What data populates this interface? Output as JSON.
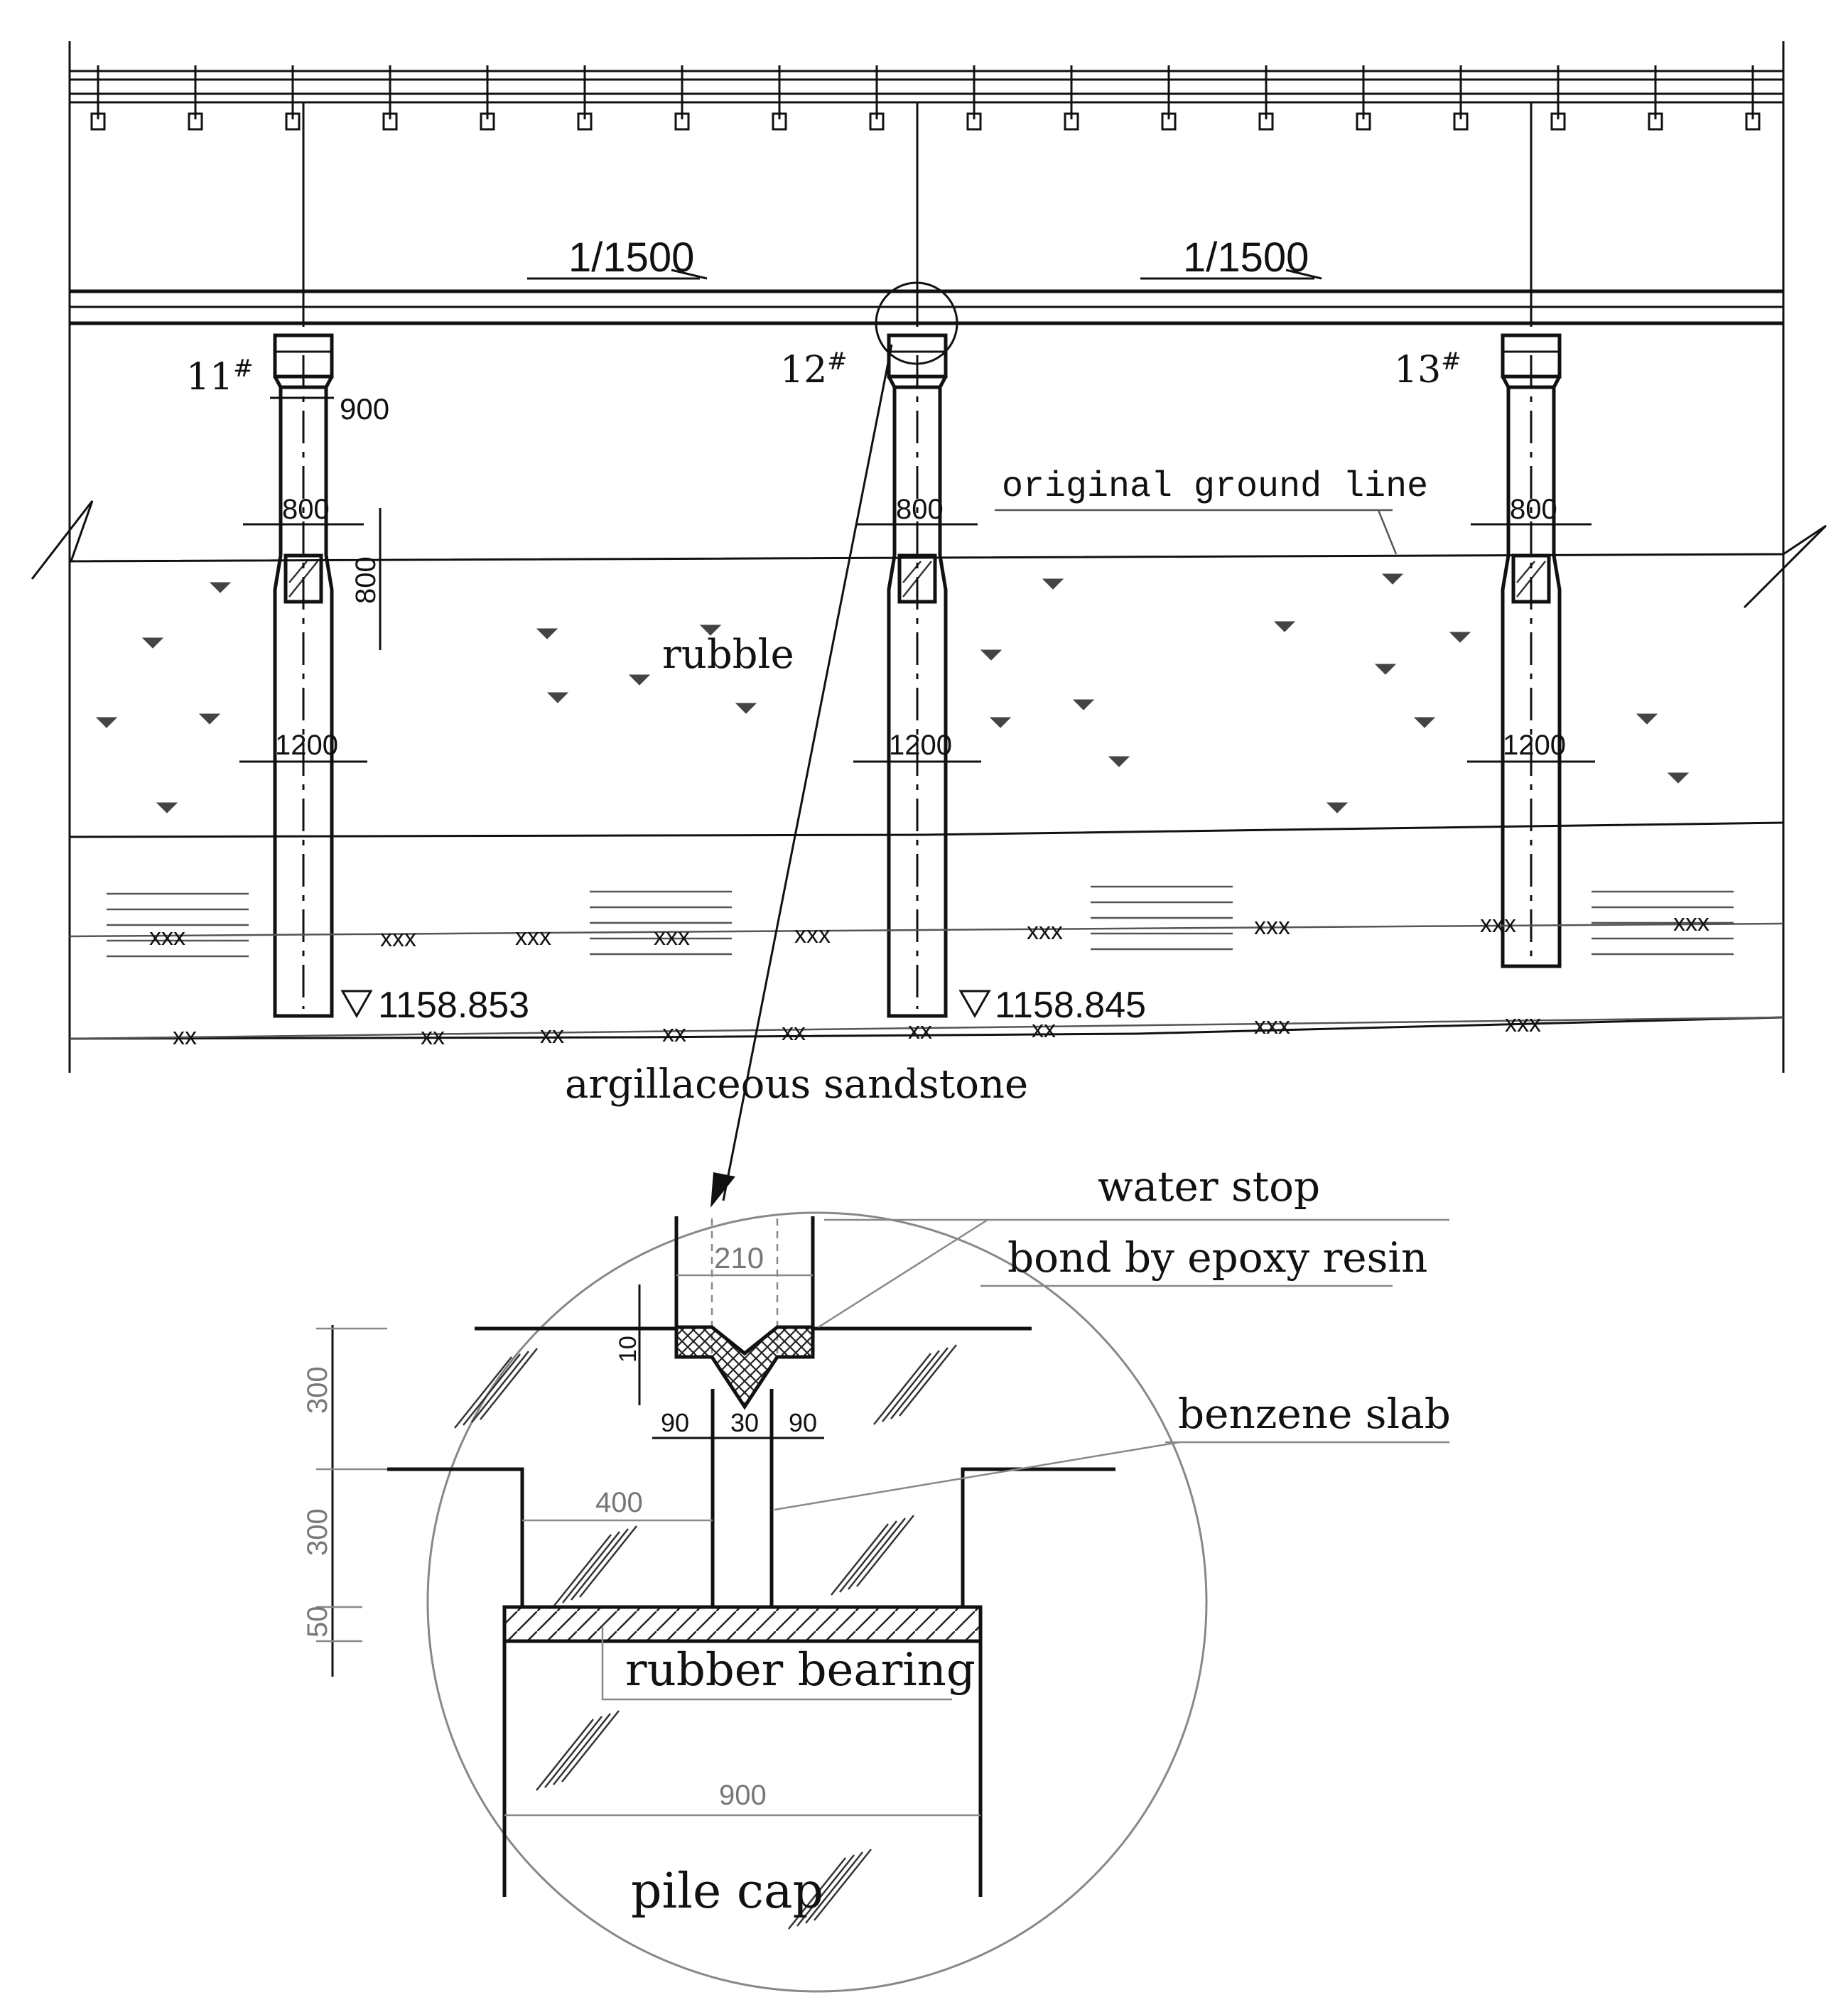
{
  "slope_labels": [
    "1/1500",
    "1/1500"
  ],
  "pier_labels": [
    "11#",
    "12#",
    "13#"
  ],
  "pier_marks": [
    "11",
    "#",
    "12",
    "#",
    "13",
    "#"
  ],
  "dimensions": {
    "cap_width": "900",
    "column_width": "800",
    "beam_height": "800",
    "pile_diameter": "1200",
    "pile_diameter_12": "1200",
    "pile_diameter_13": "1200",
    "column_width_12": "800",
    "column_width_13": "800"
  },
  "elevations": [
    "1158.853",
    "1158.845"
  ],
  "layers": {
    "ground_line": "original ground line",
    "rubble": "rubble",
    "sandstone": "argillaceous sandstone"
  },
  "soil_marks": {
    "xxx": "xxx",
    "xx": "xx"
  },
  "detail": {
    "labels": {
      "water_stop": "water stop",
      "epoxy": "bond by epoxy resin",
      "benzene": "benzene slab",
      "rubber": "rubber bearing",
      "pile_cap": "pile cap"
    },
    "dims": {
      "gap": "210",
      "ws_depth": "10",
      "left_90": "90",
      "mid_30": "30",
      "right_90": "90",
      "slab_400": "400",
      "h300a": "300",
      "h300b": "300",
      "h50": "50",
      "cap_900": "900"
    }
  },
  "colors": {
    "line": "#111111",
    "dim_grey": "#777777"
  }
}
